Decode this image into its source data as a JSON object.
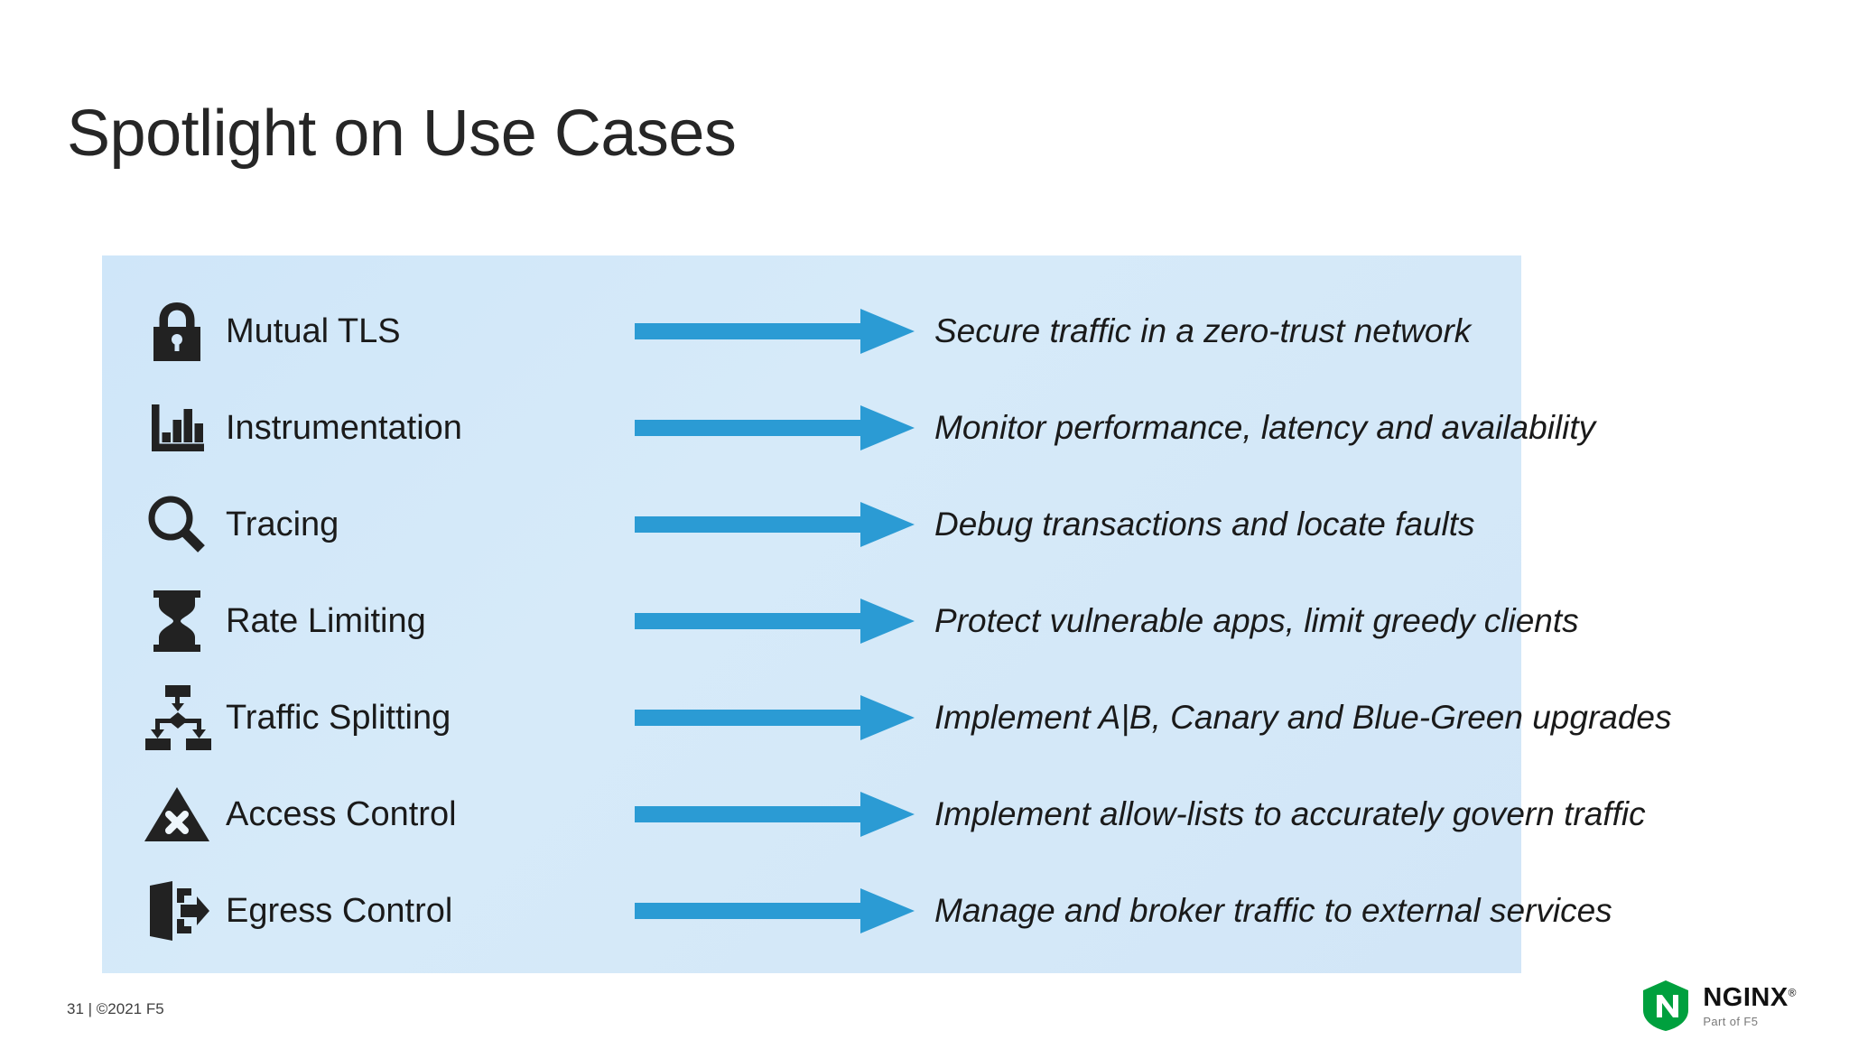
{
  "slide": {
    "title": "Spotlight on Use Cases",
    "panel_color": "#d3e7f9",
    "arrow_color": "#2b9bd4",
    "icon_color": "#222222",
    "text_color": "#1a1a1a"
  },
  "rows": [
    {
      "icon": "lock-icon",
      "label": "Mutual TLS",
      "description": "Secure traffic in a zero-trust network"
    },
    {
      "icon": "bar-chart-icon",
      "label": "Instrumentation",
      "description": "Monitor performance, latency and availability"
    },
    {
      "icon": "magnifier-icon",
      "label": "Tracing",
      "description": "Debug transactions and locate faults"
    },
    {
      "icon": "hourglass-icon",
      "label": "Rate Limiting",
      "description": "Protect vulnerable apps, limit greedy clients"
    },
    {
      "icon": "flow-split-icon",
      "label": "Traffic Splitting",
      "description": "Implement A|B, Canary and Blue-Green upgrades"
    },
    {
      "icon": "warning-x-icon",
      "label": "Access Control",
      "description": "Implement allow-lists to accurately govern traffic"
    },
    {
      "icon": "exit-door-icon",
      "label": "Egress Control",
      "description": "Manage and broker traffic to external services"
    }
  ],
  "footer": {
    "note": "31 | ©2021 F5",
    "brand_name": "NGINX",
    "brand_registered": "®",
    "brand_sub": "Part of F5",
    "brand_color": "#00a03e"
  }
}
